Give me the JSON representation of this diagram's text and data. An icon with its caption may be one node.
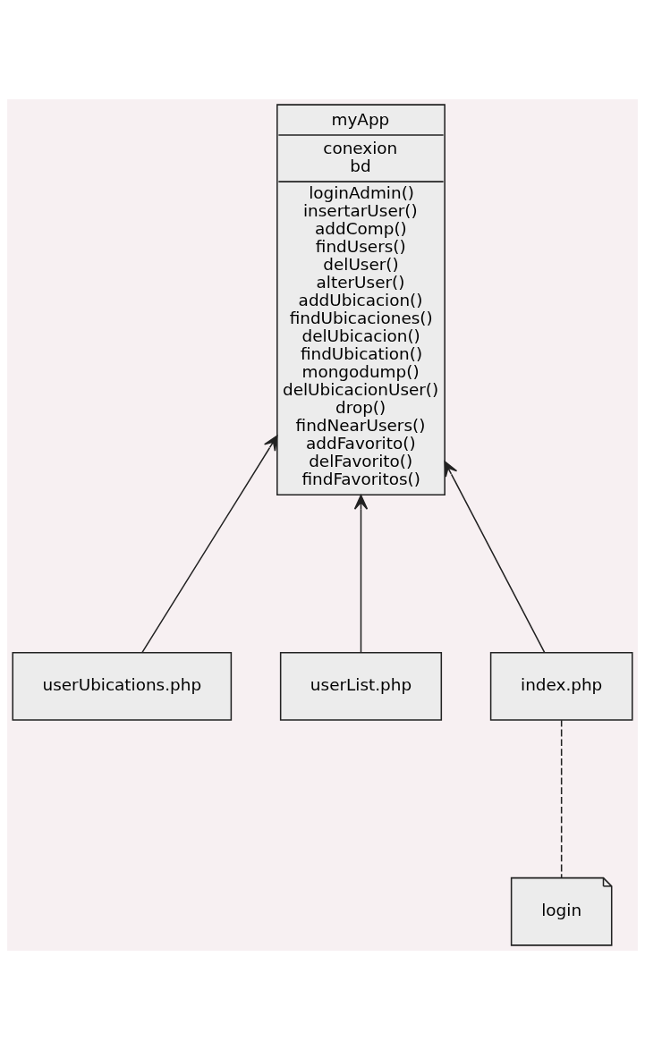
{
  "diagram": {
    "nodes": [
      {
        "text": [
          "myApp",
          "conexion bd",
          "loginAdmin() insertarUser() addComp() findUsers() delUser() alterUser() addUbicacion() findUbicaciones() delUbicacion() findUbication() mongodump() delUbicacionUser() drop() findNearUsers() addFavorito() delFavorito() findFavoritos()"
        ]
      },
      {
        "text": [
          "userUbications.php"
        ]
      },
      {
        "text": [
          "userList.php"
        ]
      },
      {
        "text": [
          "index.php"
        ]
      },
      {
        "text": [
          "login"
        ]
      }
    ],
    "edges": [
      {
        "from": 1,
        "to": 0,
        "arrow": "to"
      },
      {
        "from": 2,
        "to": 0,
        "arrow": "to"
      },
      {
        "from": 3,
        "to": 0,
        "arrow": "to"
      },
      {
        "from": 3,
        "to": 4,
        "arrow": "none",
        "style": "dashed"
      }
    ]
  }
}
